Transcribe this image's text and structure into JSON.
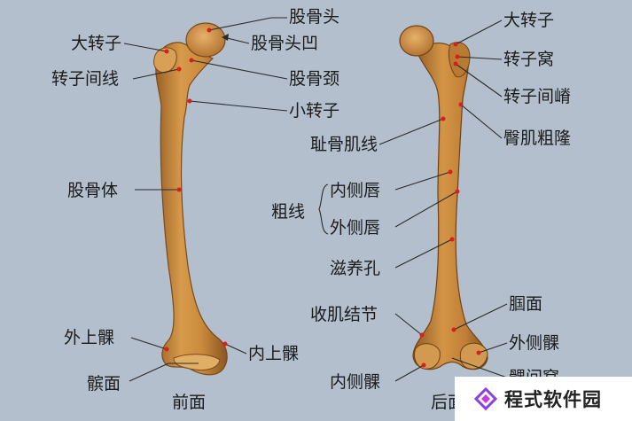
{
  "anterior_labels": {
    "femoral_head": "股骨头",
    "fovea": "股骨头凹",
    "greater_trochanter": "大转子",
    "intertrochanteric_line": "转子间线",
    "femoral_neck": "股骨颈",
    "lesser_trochanter": "小转子",
    "shaft": "股骨体",
    "lateral_epicondyle": "外上髁",
    "medial_epicondyle": "内上髁",
    "patellar_surface": "髌面",
    "view_caption": "前面"
  },
  "posterior_labels": {
    "greater_trochanter": "大转子",
    "trochanteric_fossa": "转子窝",
    "intertrochanteric_crest": "转子间嵴",
    "gluteal_tuberosity": "臀肌粗隆",
    "pectineal_line": "耻骨肌线",
    "linea_aspera": "粗线",
    "medial_lip": "内侧唇",
    "lateral_lip": "外侧唇",
    "nutrient_foramen": "滋养孔",
    "adductor_tubercle": "收肌结节",
    "popliteal_surface": "腘面",
    "lateral_condyle": "外侧髁",
    "medial_condyle": "内侧髁",
    "intercondylar_fossa": "髁间窝",
    "view_caption": "后面"
  },
  "watermark": {
    "text": "程式软件园",
    "icon": "diamond-logo-icon"
  },
  "colors": {
    "background": "#b3bfcd",
    "bone": "#c8893c",
    "bone_dark": "#8f5a22",
    "marker": "#d81e1e"
  }
}
